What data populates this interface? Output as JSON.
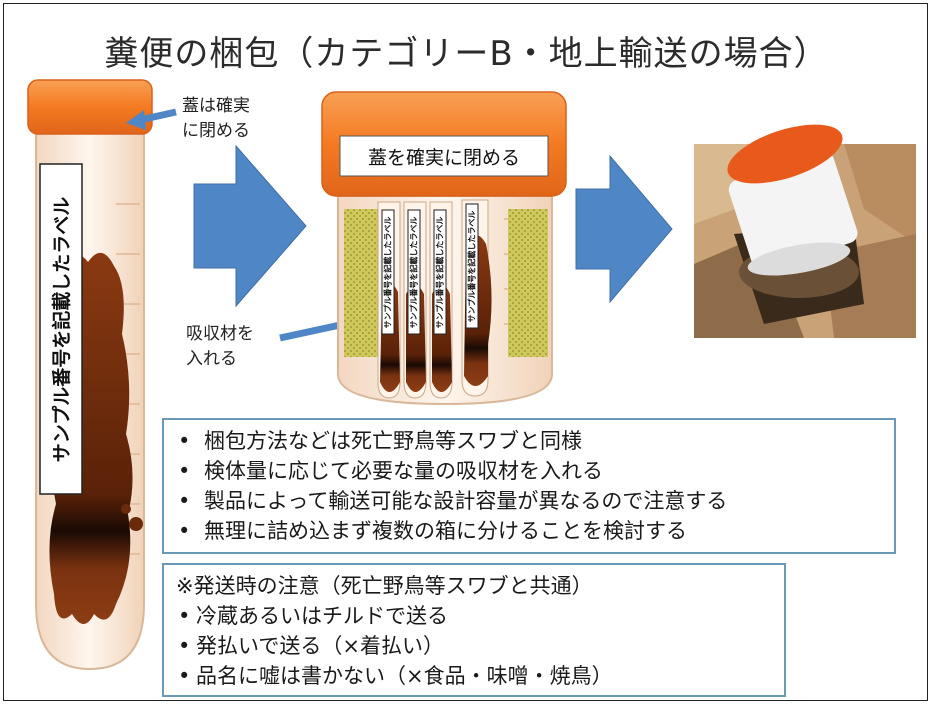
{
  "title": "糞便の梱包（カテゴリーB・地上輸送の場合）",
  "callouts": {
    "cap_left": [
      "蓋は確実",
      "に閉める"
    ],
    "cap_center": "蓋を確実に閉める",
    "absorbent": [
      "吸収材を",
      "入れる"
    ]
  },
  "tube_label": "サンプル番号を記載したラベル",
  "small_tube_label": "サンプル番号を記載したラベル",
  "info_box": {
    "items": [
      "梱包方法などは死亡野鳥等スワブと同様",
      "検体量に応じて必要な量の吸収材を入れる",
      "製品によって輸送可能な設計容量が異なるので注意する",
      "無理に詰め込まず複数の箱に分けることを検討する"
    ]
  },
  "note_box": {
    "heading": "※発送時の注意（死亡野鳥等スワブと共通）",
    "items": [
      "冷蔵あるいはチルドで送る",
      "発払いで送る（×着払い）",
      "品名に嘘は書かない（×食品・味噌・焼鳥）"
    ]
  },
  "colors": {
    "cap": "#f47a21",
    "arrow": "#4f86c6",
    "sample": "#6b2a0c",
    "absorbent": "#c9c24a",
    "box_border": "#6a98b8"
  },
  "icons": [
    "arrow-right-icon",
    "arrow-pointer-icon"
  ]
}
